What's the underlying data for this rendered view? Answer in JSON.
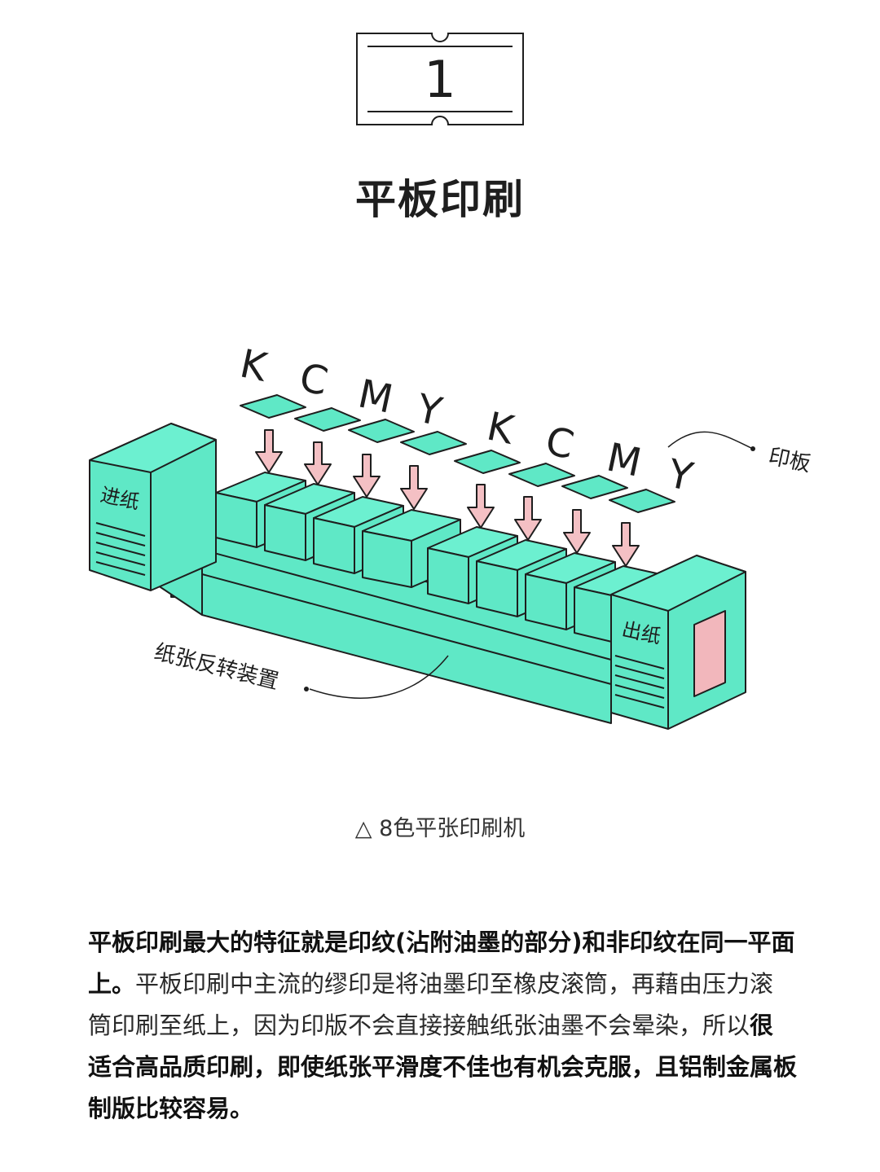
{
  "badge": {
    "number": "1"
  },
  "title": "平板印刷",
  "diagram": {
    "plate_letters": [
      "K",
      "C",
      "M",
      "Y",
      "K",
      "C",
      "M",
      "Y"
    ],
    "label_plate": "印板",
    "label_feed": "进纸",
    "label_output": "出纸",
    "label_reverser": "纸张反转装置",
    "colors": {
      "machine": "#5fe8c6",
      "outline": "#1e1e1e",
      "arrow": "#f4c0c4",
      "window": "#f2b7bc"
    }
  },
  "caption": "△ 8色平张印刷机",
  "body": {
    "p1_bold": "平板印刷最大的特征就是印纹(沾附油墨的部分)和非印纹在同一平面上。",
    "p1_regular": "平板印刷中主流的缪印是将油墨印至橡皮滚筒，再藉由压力滚筒印刷至纸上，因为印版不会直接接触纸张油墨不会晕染，所以",
    "p2_bold": "很适合高品质印刷，即使纸张平滑度不佳也有机会克服，且铝制金属板制版比较容易。"
  }
}
